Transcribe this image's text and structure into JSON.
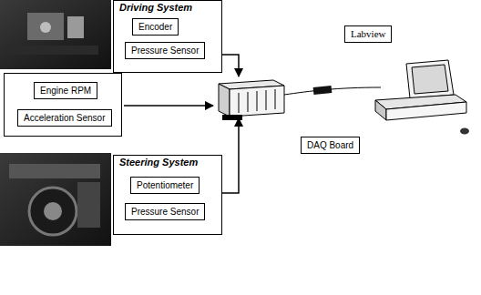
{
  "diagram": {
    "nodes": [
      {
        "text": [
          "Driving System"
        ]
      },
      {
        "text": [
          "Encoder"
        ],
        "in": 0
      },
      {
        "text": [
          "Pressure Sensor"
        ],
        "in": 0
      },
      {
        "text": [
          "Labview"
        ]
      },
      {
        "text": []
      },
      {
        "text": [
          "Engine RPM"
        ],
        "in": 4
      },
      {
        "text": [
          "Acceleration Sensor"
        ],
        "in": 4
      },
      {
        "text": [
          "DAQ Board"
        ]
      },
      {
        "text": [
          "Steering System"
        ]
      },
      {
        "text": [
          "Potentiometer"
        ],
        "in": 8
      },
      {
        "text": [
          "Pressure Sensor"
        ],
        "in": 8
      }
    ]
  }
}
